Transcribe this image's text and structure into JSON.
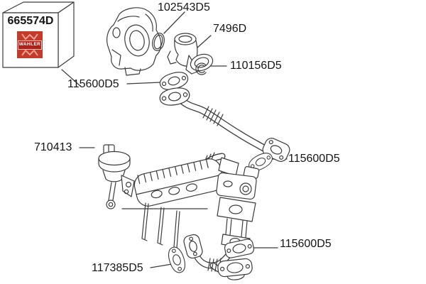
{
  "box": {
    "part_number": "665574D",
    "brand": "WAHLER"
  },
  "callouts": {
    "oring_upper": "102543D5",
    "valve": "7496D",
    "clip": "110156D5",
    "gasket_top": "115600D5",
    "actuator": "710413",
    "gasket_mid": "115600D5",
    "flange_bottom": "115600D5",
    "gasket_bottom": "117385D5"
  },
  "parts": [
    "packaging-box",
    "throttle-housing",
    "o-ring",
    "egr-valve",
    "clamp-ring",
    "flange-gaskets",
    "upper-egr-pipe",
    "vacuum-actuator",
    "egr-cooler-assembly",
    "lower-egr-pipe",
    "flange-gasket"
  ],
  "colors": {
    "line": "#3c3c3c",
    "brand_red": "#c23b2b",
    "band_red": "#a8241a"
  }
}
